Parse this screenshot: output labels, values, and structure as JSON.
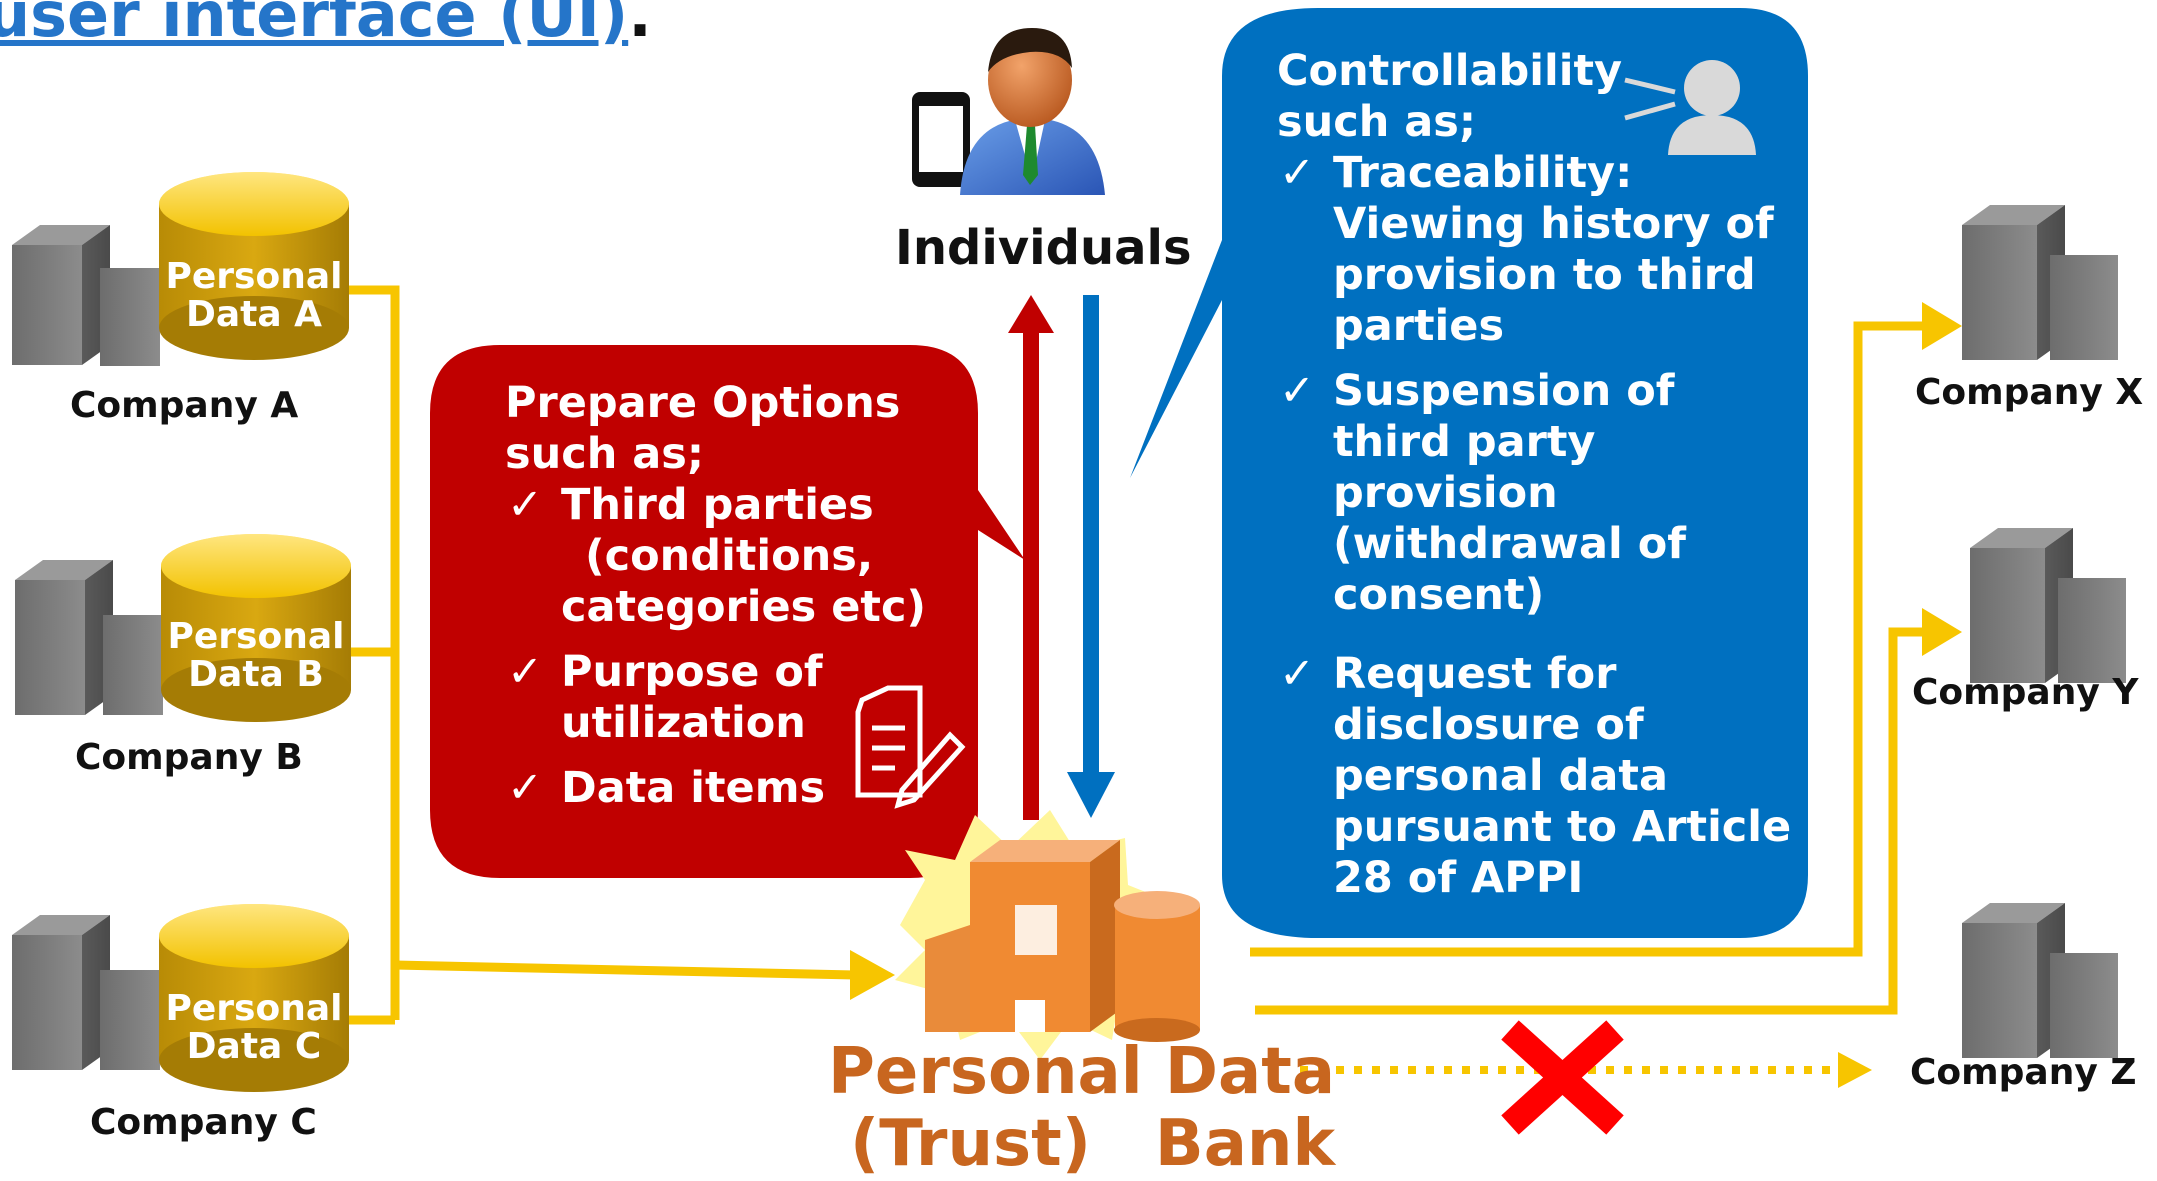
{
  "title": {
    "underlined": "user interface (UI)",
    "trail": "."
  },
  "sources": [
    {
      "db_line1": "Personal",
      "db_line2": "Data A",
      "company": "Company A"
    },
    {
      "db_line1": "Personal",
      "db_line2": "Data B",
      "company": "Company B"
    },
    {
      "db_line1": "Personal",
      "db_line2": "Data C",
      "company": "Company C"
    }
  ],
  "individuals": {
    "label": "Individuals"
  },
  "options_bubble": {
    "heading_line1": "Prepare Options",
    "heading_line2": "such as;",
    "check": "✓",
    "items": [
      {
        "line1": "Third parties",
        "line2": "(conditions,",
        "line3": "categories etc)"
      },
      {
        "line1": "Purpose of",
        "line2": "utilization"
      },
      {
        "line1": "Data items"
      }
    ]
  },
  "control_bubble": {
    "heading_line1": "Controllability",
    "heading_line2": "such as;",
    "check": "✓",
    "items": [
      {
        "lines": [
          "Traceability:",
          "Viewing history of",
          "provision to third",
          "parties"
        ]
      },
      {
        "lines": [
          "Suspension of",
          "third party",
          "provision",
          "(withdrawal of",
          "consent)"
        ]
      },
      {
        "lines": [
          "Request for",
          "disclosure of",
          "personal data",
          "pursuant to Article",
          "28 of APPI"
        ]
      }
    ]
  },
  "bank": {
    "line1": "Personal Data",
    "line2": "(Trust)　Bank"
  },
  "recipients": [
    {
      "company": "Company X"
    },
    {
      "company": "Company Y"
    },
    {
      "company": "Company Z"
    }
  ],
  "colors": {
    "flow_yellow": "#f7c500",
    "red_bubble": "#c00000",
    "blue_bubble": "#0070c0",
    "bank_orange": "#e98b3a",
    "db_gold": "#d6a40a",
    "server_gray": "#7f7f7f",
    "cross_red": "#ff0000"
  }
}
